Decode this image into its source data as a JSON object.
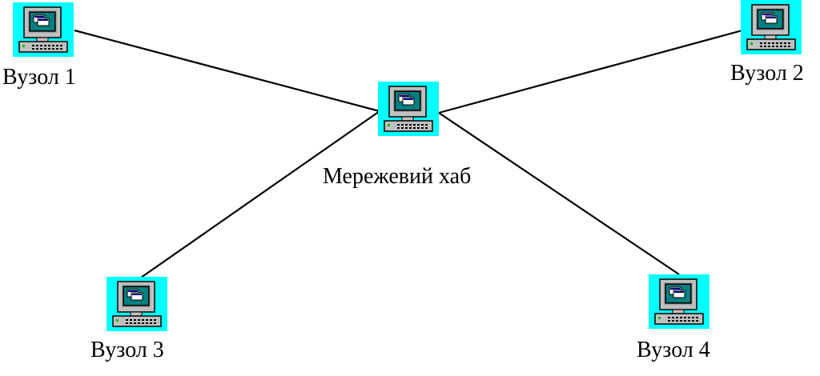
{
  "nodes": {
    "node_1": {
      "label": "Вузол 1",
      "icon": "computer-icon"
    },
    "node_2": {
      "label": "Вузол 2",
      "icon": "computer-icon"
    },
    "hub": {
      "label": "Мережевий хаб",
      "icon": "computer-icon"
    },
    "node_3": {
      "label": "Вузол 3",
      "icon": "computer-icon"
    },
    "node_4": {
      "label": "Вузол 4",
      "icon": "computer-icon"
    }
  },
  "links": [
    {
      "from": "node_1",
      "to": "hub"
    },
    {
      "from": "node_2",
      "to": "hub"
    },
    {
      "from": "node_3",
      "to": "hub"
    },
    {
      "from": "node_4",
      "to": "hub"
    }
  ],
  "colors": {
    "icon_background": "#00ffff",
    "line": "#000000"
  }
}
